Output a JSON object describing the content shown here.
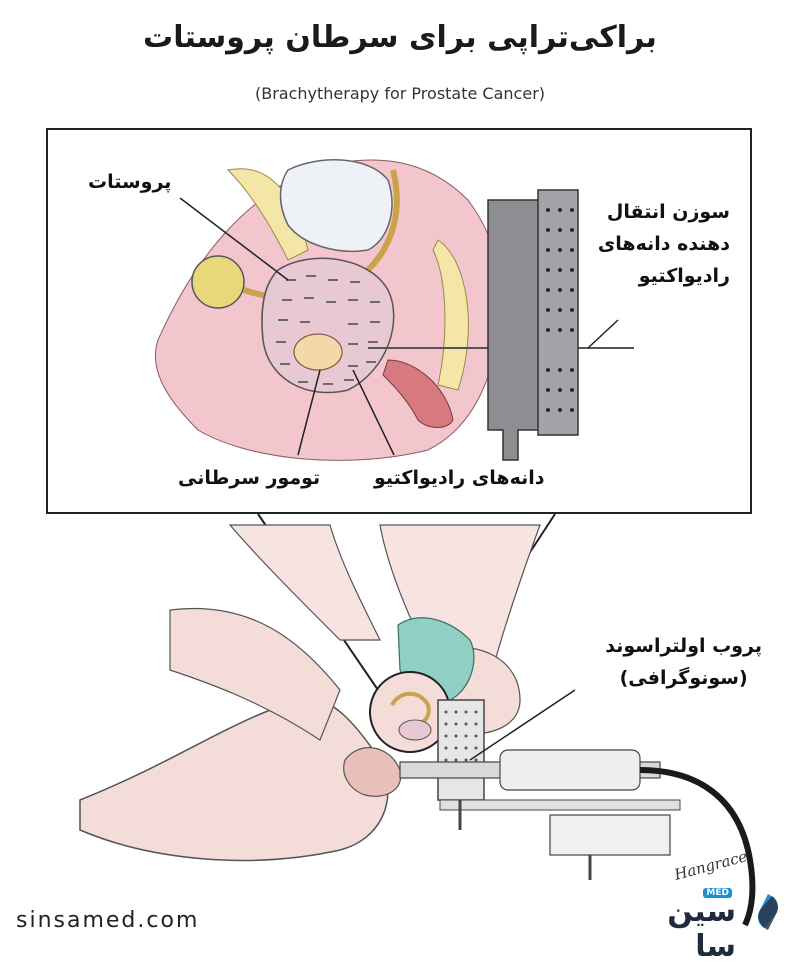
{
  "header": {
    "title": "براکی‌تراپی برای سرطان پروستات",
    "subtitle": "(Brachytherapy for Prostate Cancer)"
  },
  "labels": {
    "prostate": "پروستات",
    "needle_line1": "سوزن انتقال",
    "needle_line2": "دهنده دانه‌های",
    "needle_line3": "رادیواکتیو",
    "tumor": "تومور سرطانی",
    "seeds": "دانه‌های رادیواکتیو",
    "probe_line1": "پروب اولتراسوند",
    "probe_line2": "(سونوگرافی)"
  },
  "footer": {
    "website": "sinsamed.com",
    "brand": "سین سا",
    "brand_badge": "MED",
    "signature": "Hangrace"
  },
  "colors": {
    "skin": "#f4dcd8",
    "skin_dark": "#e9bfb9",
    "tissue_pink": "#f2c6cc",
    "fat_yellow": "#f3e6a6",
    "prostate": "#e8c9d3",
    "bladder": "#eef2f6",
    "grid_gray": "#8e8e92",
    "drape_teal": "#8fcfc4",
    "probe_gray": "#d9d9d9"
  },
  "icons": {
    "brand_logo": "sinsamed-logo-icon"
  }
}
